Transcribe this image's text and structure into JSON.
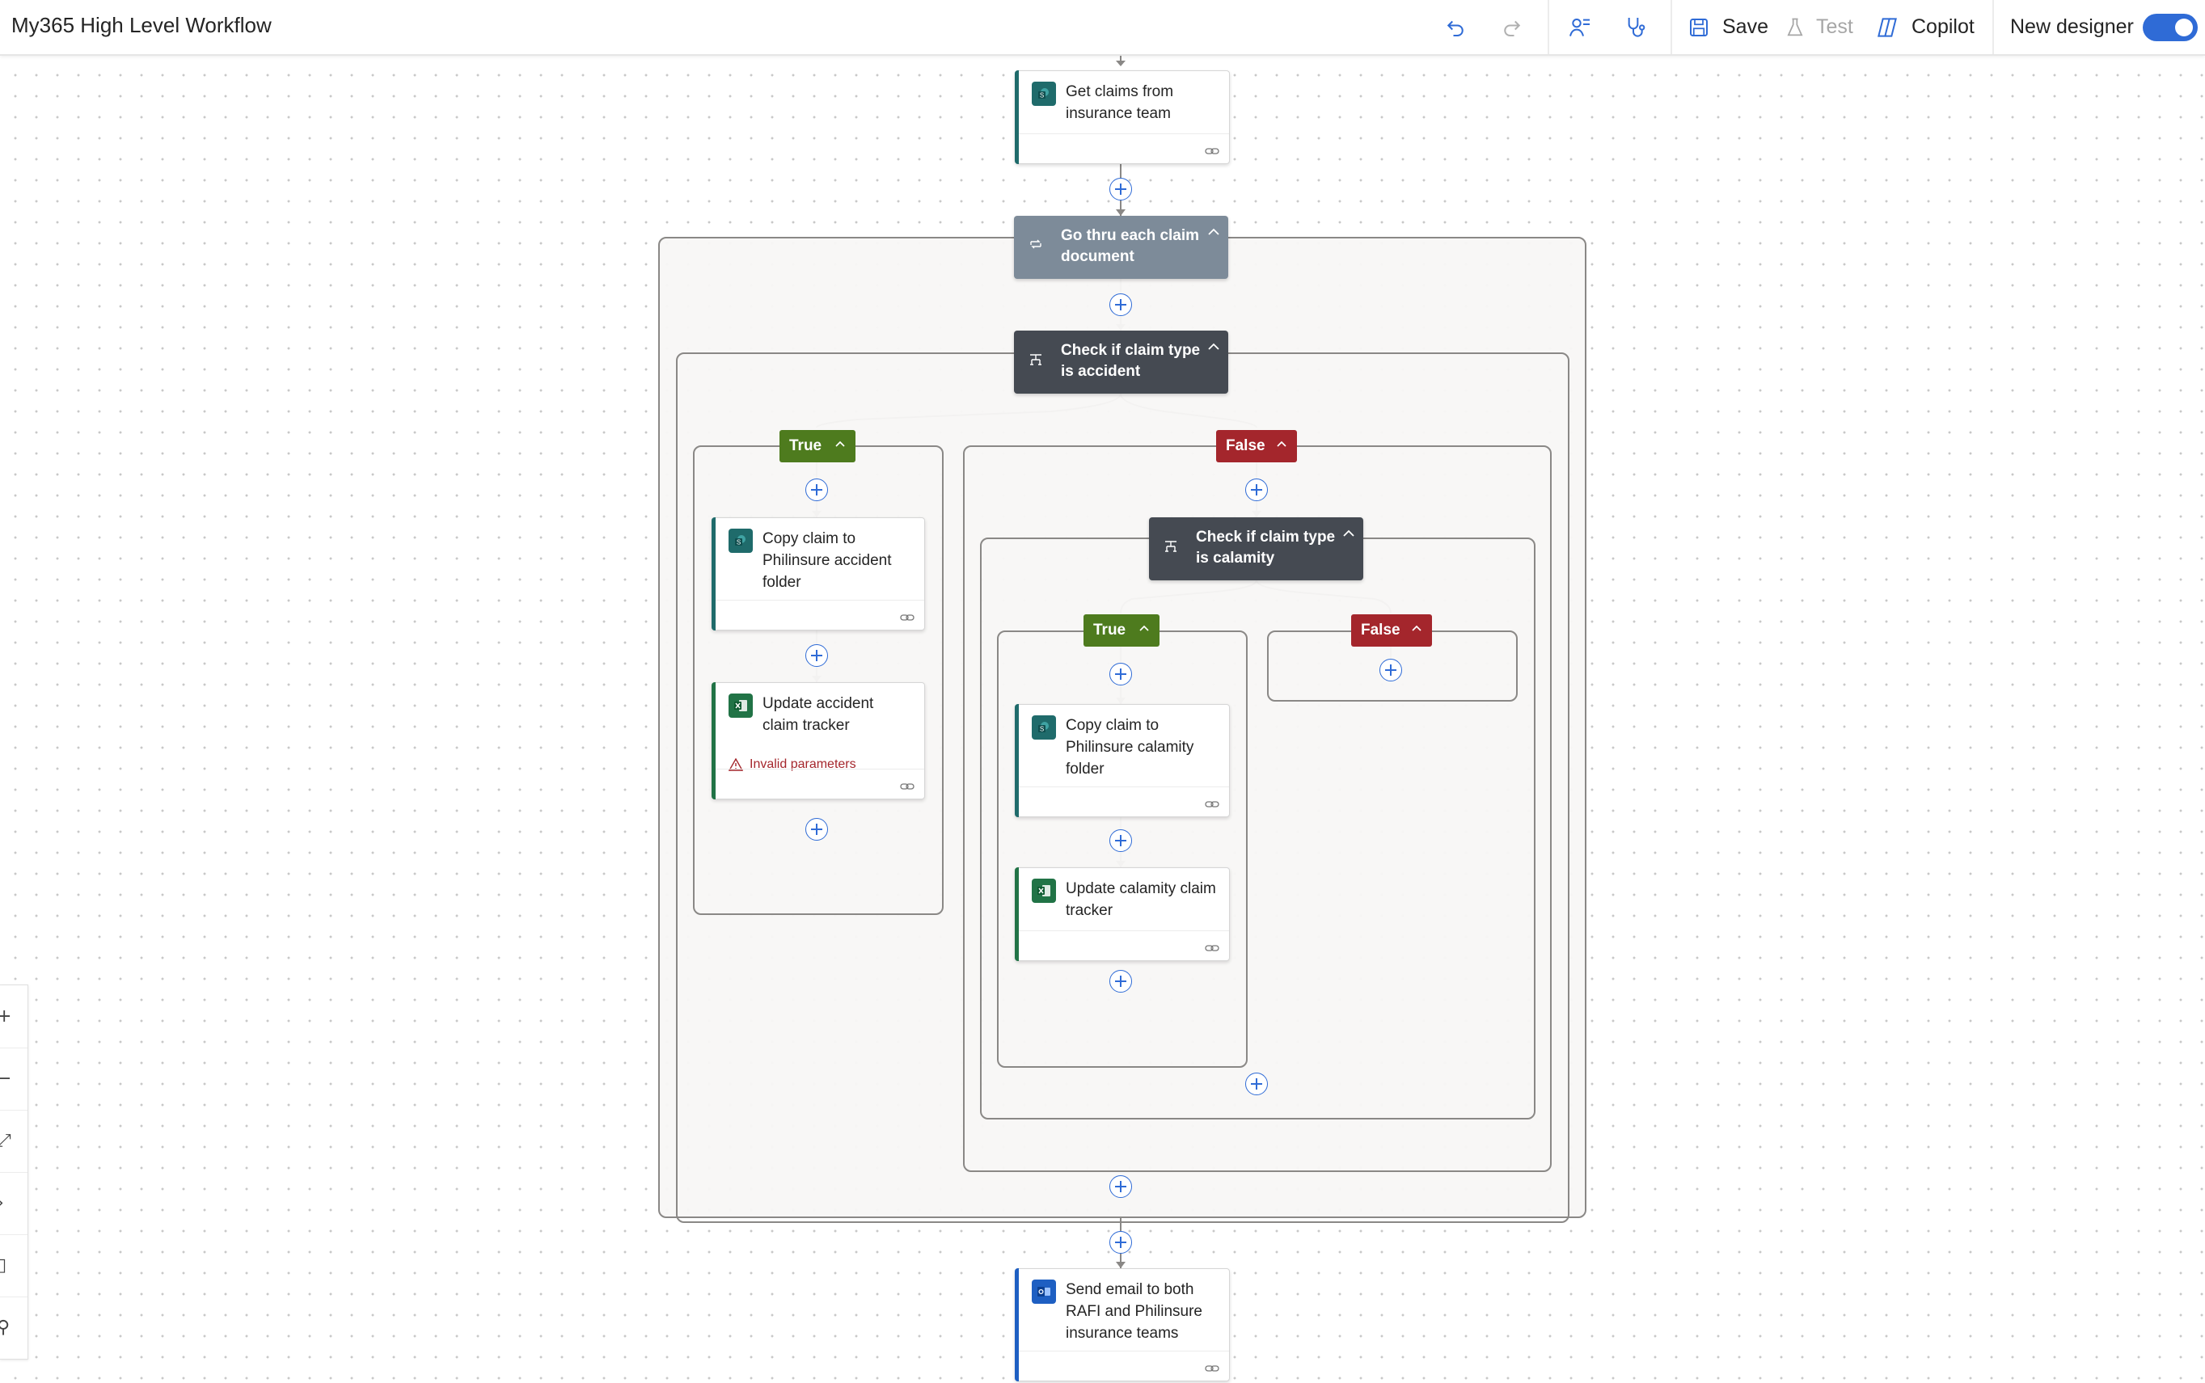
{
  "app": {
    "title": "My365 High Level Workflow"
  },
  "toolbar": {
    "save_label": "Save",
    "test_label": "Test",
    "copilot_label": "Copilot",
    "new_designer_label": "New designer",
    "new_designer_on": true,
    "icons": [
      "undo-icon",
      "redo-icon",
      "flow-checker-icon",
      "stethoscope-icon",
      "save-icon",
      "flask-icon",
      "copilot-icon"
    ]
  },
  "colors": {
    "accent": "#2f6bd6",
    "sharepoint": "#1f6b6b",
    "excel": "#217346",
    "outlook": "#1e5fc2",
    "true_branch": "#4e7b1e",
    "false_branch": "#a4262c",
    "loop": "#7d8b99",
    "condition": "#454a52"
  },
  "flow": {
    "get_claims": "Get claims from insurance team",
    "loop": "Go thru each claim document",
    "condition_accident": "Check if claim type is accident",
    "accident_true_label": "True",
    "accident_false_label": "False",
    "copy_accident": "Copy claim to Philinsure accident folder",
    "update_accident": "Update accident claim tracker",
    "update_accident_warning": "Invalid parameters",
    "condition_calamity": "Check if claim type is calamity",
    "calamity_true_label": "True",
    "calamity_false_label": "False",
    "copy_calamity": "Copy claim to Philinsure calamity folder",
    "update_calamity": "Update calamity claim tracker",
    "send_email": "Send email to both RAFI and Philinsure insurance teams"
  },
  "mini_toolbar": [
    "zoom-in-icon",
    "zoom-out-icon",
    "fit-view-icon",
    "code-view-icon",
    "minimap-icon",
    "search-icon"
  ]
}
